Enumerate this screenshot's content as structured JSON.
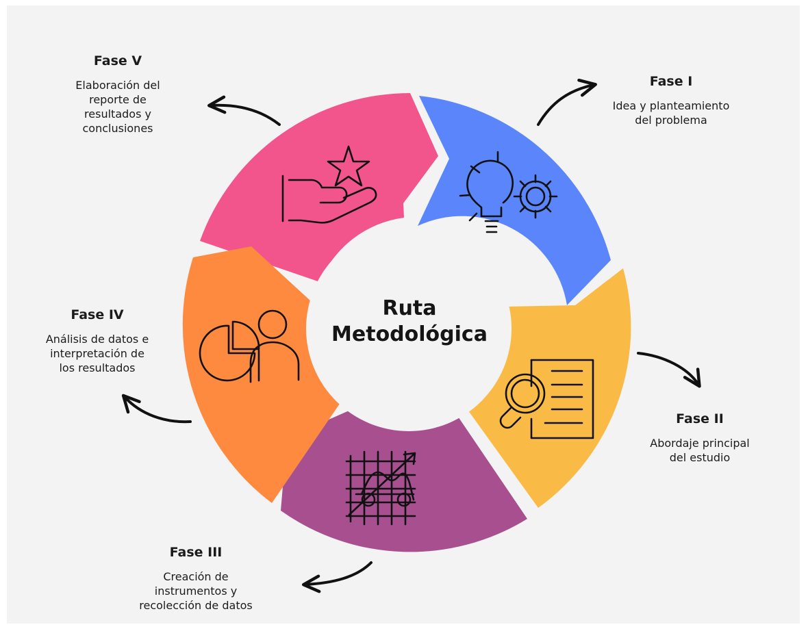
{
  "center": {
    "line1": "Ruta",
    "line2": "Metodológica"
  },
  "phases": [
    {
      "id": "I",
      "title": "Fase I",
      "description": [
        "Idea y planteamiento",
        "del problema"
      ],
      "color": "#5b86fb",
      "icon": "idea-gear-icon"
    },
    {
      "id": "II",
      "title": "Fase II",
      "description": [
        "Abordaje principal",
        "del estudio"
      ],
      "color": "#f9bb45",
      "icon": "document-search-icon"
    },
    {
      "id": "III",
      "title": "Fase III",
      "description": [
        "Creación de",
        "instrumentos y",
        "recolección de datos"
      ],
      "color": "#a84f8f",
      "icon": "chart-analysis-icon"
    },
    {
      "id": "IV",
      "title": "Fase IV",
      "description": [
        "Análisis de datos e",
        "interpretación de",
        "los resultados"
      ],
      "color": "#fd8a3f",
      "icon": "pie-chart-user-icon"
    },
    {
      "id": "V",
      "title": "Fase V",
      "description": [
        "Elaboración del",
        "reporte de",
        "resultados y",
        "conclusiones"
      ],
      "color": "#f2548c",
      "icon": "hand-star-icon"
    }
  ]
}
